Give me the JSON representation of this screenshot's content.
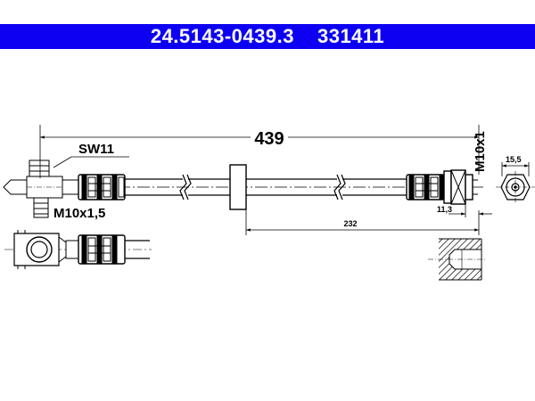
{
  "header": {
    "part_number": "24.5143-0439.3",
    "reference": "331411",
    "color": "#0d00f2"
  },
  "dimensions": {
    "total_length": "439",
    "partial_length": "232",
    "wrench_size": "SW11",
    "thread_left": "M10x1,5",
    "thread_right": "M10x1",
    "fitting_offset": "11,3",
    "end_diameter": "15,5"
  }
}
